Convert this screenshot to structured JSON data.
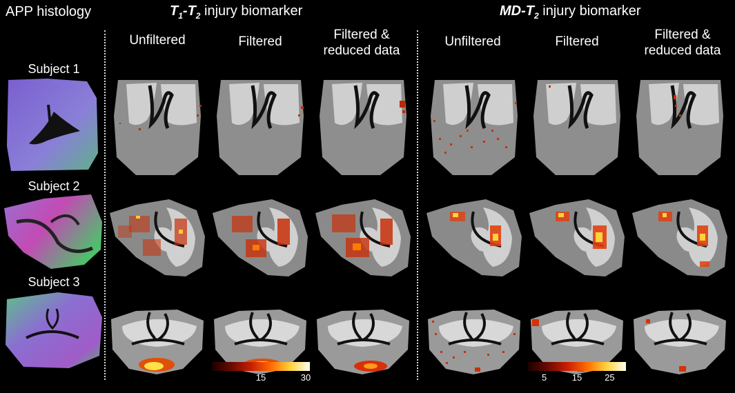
{
  "headers": {
    "histology": "APP histology",
    "t1t2": {
      "sym1": "T",
      "sub1": "1",
      "dash": "-",
      "sym2": "T",
      "sub2": "2",
      "rest": " injury biomarker"
    },
    "mdt2": {
      "sym1": "MD",
      "dash": "-",
      "sym2": "T",
      "sub2": "2",
      "rest": " injury biomarker"
    }
  },
  "column_labels": [
    "Unfiltered",
    "Filtered",
    "Filtered &\nreduced data",
    "Unfiltered",
    "Filtered",
    "Filtered &\nreduced data"
  ],
  "subjects": [
    "Subject 1",
    "Subject 2",
    "Subject 3"
  ],
  "colorbars": [
    {
      "ticks": [
        "15",
        "30"
      ],
      "range": [
        0,
        30
      ],
      "tick_values": [
        15,
        30
      ]
    },
    {
      "ticks": [
        "5",
        "15",
        "25"
      ],
      "range": [
        0,
        30
      ],
      "tick_values": [
        5,
        15,
        25
      ]
    }
  ],
  "colors": {
    "background": "#000000",
    "map_gray_light": "#c8c8c8",
    "map_gray": "#8e8e8e",
    "hot_dark": "#5a0a00",
    "hot_red": "#d81e05",
    "hot_orange": "#ff8a00",
    "hot_yellow": "#ffe84a",
    "hot_white": "#fffff0",
    "histo_purple": "#8a6fd1",
    "histo_magenta": "#c04bb8",
    "histo_green": "#4fbf6c"
  }
}
